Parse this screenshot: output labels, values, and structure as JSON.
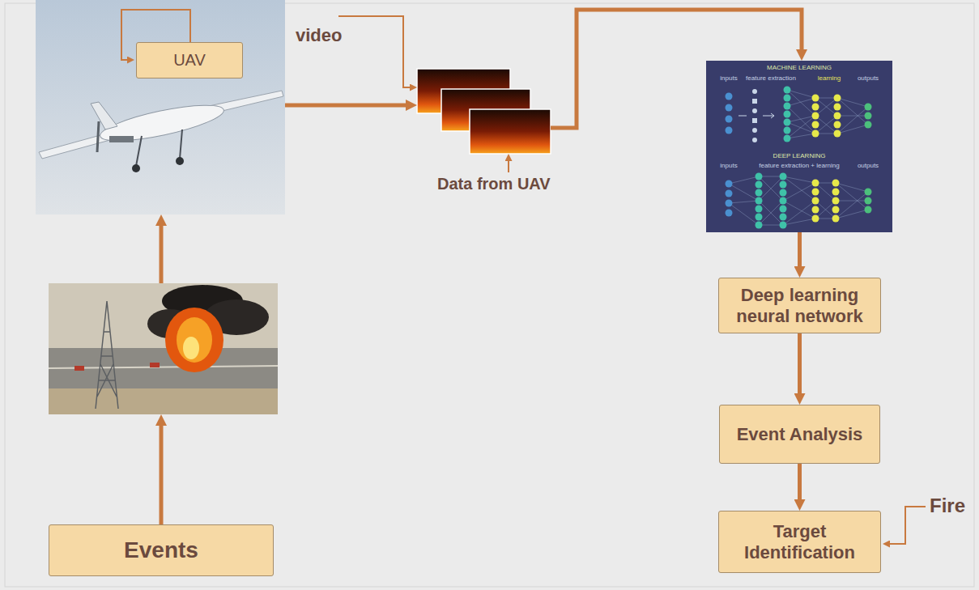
{
  "diagram": {
    "nodes": [
      {
        "text": [
          "UAV"
        ]
      },
      {
        "text": [
          "Events"
        ]
      },
      {
        "text": [
          "MACHINE LEARNING",
          "inputs",
          "feature extraction",
          "learning",
          "outputs",
          "DEEP LEARNING",
          "inputs",
          "feature extraction + learning",
          "outputs"
        ]
      },
      {
        "text": [
          "Deep learning neural network"
        ]
      },
      {
        "text": [
          "Event Analysis"
        ]
      },
      {
        "text": [
          "Target Identification"
        ]
      }
    ],
    "edges": [
      {
        "from": 2,
        "to": 3,
        "arrow": "to"
      },
      {
        "from": 3,
        "to": 4,
        "arrow": "to"
      },
      {
        "from": 4,
        "to": 5,
        "arrow": "to"
      }
    ],
    "labels": [
      "video",
      "Data from UAV",
      "Fire"
    ]
  }
}
